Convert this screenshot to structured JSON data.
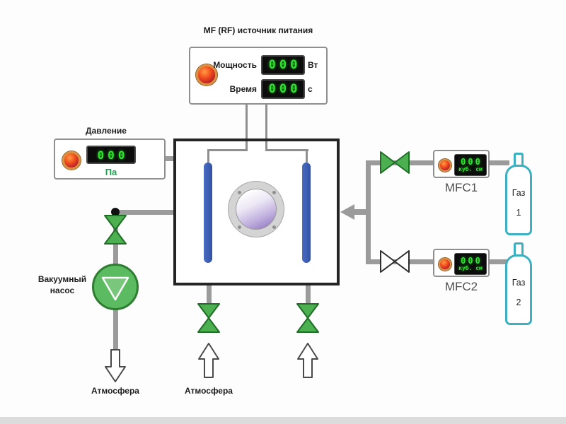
{
  "rf_panel": {
    "title": "MF (RF) источник питания",
    "power": {
      "label": "Мощность",
      "value": "000",
      "unit": "Вт"
    },
    "time": {
      "label": "Время",
      "value": "000",
      "unit": "с"
    }
  },
  "pressure_panel": {
    "title": "Давление",
    "value": "000",
    "unit": "Па"
  },
  "gas_lines": {
    "mfc1": {
      "value": "000",
      "unit": "куб. см",
      "label": "MFC1"
    },
    "mfc2": {
      "value": "000",
      "unit": "куб. см",
      "label": "MFC2"
    },
    "gas1": {
      "name": "Газ",
      "number": "1"
    },
    "gas2": {
      "name": "Газ",
      "number": "2"
    }
  },
  "pump": {
    "label": "Вакуумный насос"
  },
  "outlets": {
    "pump_atmosphere": "Атмосфера",
    "chamber_atmosphere": "Атмосфера"
  },
  "colors": {
    "valve_green": "#4caf50",
    "pipe_gray": "#9b9b9b",
    "electrode_blue": "#3c5db2",
    "display_digits": "#2ee52e",
    "cylinder_teal": "#3ab0c0",
    "pump_green": "#5bbb60"
  }
}
